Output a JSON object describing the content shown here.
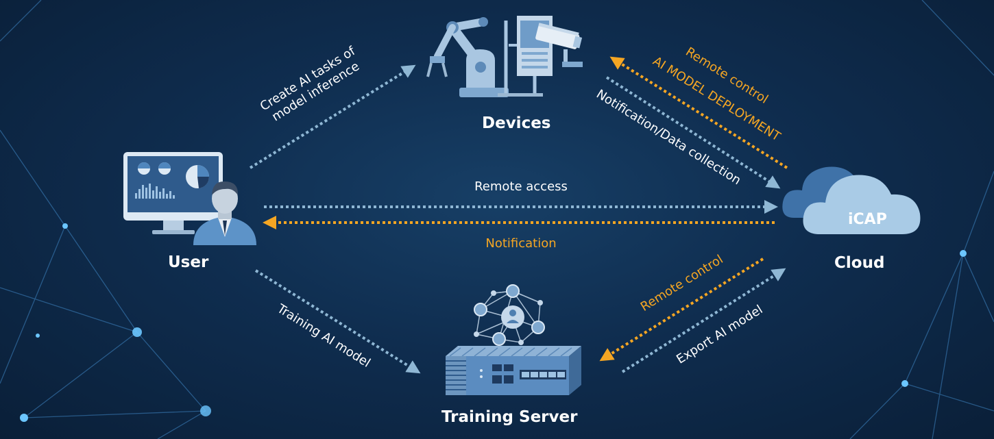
{
  "colors": {
    "background": "#0f2d4f",
    "arrow_blue": "#8fb7d4",
    "arrow_orange": "#f5a623",
    "text_white": "#ffffff",
    "device_blue": "#7fa8cf",
    "cloud_blue": "#5b8fc4"
  },
  "nodes": {
    "user": {
      "label": "User",
      "icon": "user-monitor-icon"
    },
    "devices": {
      "label": "Devices",
      "icon": "robot-arm-camera-icon"
    },
    "cloud": {
      "label": "Cloud",
      "badge": "iCAP",
      "icon": "cloud-icon"
    },
    "training_server": {
      "label": "Training Server",
      "icon": "server-network-icon"
    }
  },
  "edges": {
    "create_tasks": {
      "line1": "Create AI tasks of",
      "line2": "model inference"
    },
    "remote_control_top": "Remote control",
    "ai_model_deployment": "AI MODEL DEPLOYMENT",
    "notification_data": "Notification/Data collection",
    "remote_access": "Remote access",
    "notification": "Notification",
    "training_ai_model": "Training AI model",
    "remote_control_bottom": "Remote control",
    "export_ai_model": "Export AI model"
  }
}
